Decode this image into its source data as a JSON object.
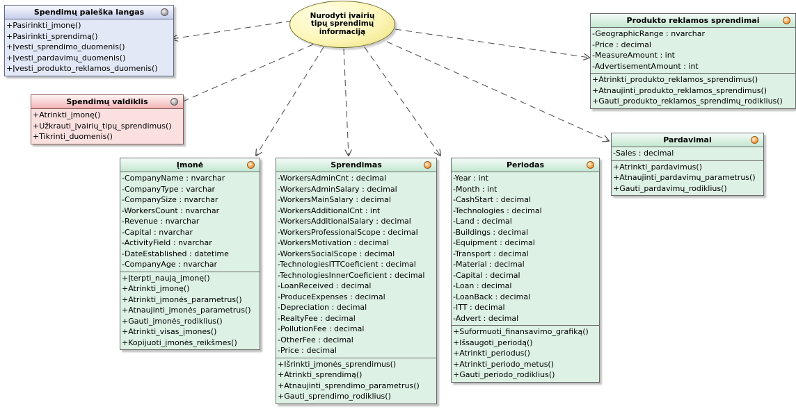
{
  "usecase": {
    "text": "Nurodyti įvairių tipų sprendimų informaciją"
  },
  "classes": {
    "paieska": {
      "title": "Spendimų paieška langas",
      "attributes": [],
      "operations": [
        "+Pasirinkti_įmonę()",
        "+Pasirinkti_sprendimą()",
        "+Įvesti_sprendimo_duomenis()",
        "+Įvesti_pardavimų_duomenis()",
        "+Įvesti_produkto_reklamos_duomenis()"
      ]
    },
    "valdiklis": {
      "title": "Spendimų valdiklis",
      "attributes": [],
      "operations": [
        "+Atrinkti_įmonę()",
        "+Užkrauti_įvairių_tipų_sprendimus()",
        "+Tikrinti_duomenis()"
      ]
    },
    "imone": {
      "title": "Įmonė",
      "attributes": [
        "-CompanyName : nvarchar",
        "-CompanyType : varchar",
        "-CompanySize : nvarchar",
        "-WorkersCount : nvarchar",
        "-Revenue : nvarchar",
        "-Capital : nvarchar",
        "-ActivityField : nvarchar",
        "-DateEstablished : datetime",
        "-CompanyAge : nvarchar"
      ],
      "operations": [
        "+Įterpti_naują_įmonę()",
        "+Atrinkti_įmonę()",
        "+Atrinkti_įmonės_parametrus()",
        "+Atnaujinti_įmonės_parametrus()",
        "+Gauti_įmonės_rodiklius()",
        "+Atrinkti_visas_įmones()",
        "+Kopijuoti_įmonės_reikšmes()"
      ]
    },
    "sprendimas": {
      "title": "Sprendimas",
      "attributes": [
        "-WorkersAdminCnt : decimal",
        "-WorkersAdminSalary : decimal",
        "-WorkersMainSalary : decimal",
        "-WorkersAdditionalCnt : int",
        "-WorkersAdditionalSalary : decimal",
        "-WorkersProfessionalScope : decimal",
        "-WorkersMotivation : decimal",
        "-WorkersSocialScope : decimal",
        "-TechnologiesITTCoeficient : decimal",
        "-TechnologiesInnerCoeficient : decimal",
        "-LoanReceived : decimal",
        "-ProduceExpenses : decimal",
        "-Depreciation : decimal",
        "-RealtyFee : decimal",
        "-PollutionFee : decimal",
        "-OtherFee : decimal",
        "-Price : decimal"
      ],
      "operations": [
        "+Išrinkti_įmonės_sprendimus()",
        "+Atrinkti_sprendimą()",
        "+Atnaujinti_sprendimo_parametrus()",
        "+Gauti_sprendimo_rodiklius()"
      ]
    },
    "periodas": {
      "title": "Periodas",
      "attributes": [
        "-Year : int",
        "-Month : int",
        "-CashStart : decimal",
        "-Technologies : decimal",
        "-Land : decimal",
        "-Buildings : decimal",
        "-Equipment : decimal",
        "-Transport : decimal",
        "-Material : decimal",
        "-Capital : decimal",
        "-Loan : decimal",
        "-LoanBack : decimal",
        "-ITT : decimal",
        "-Advert : decimal"
      ],
      "operations": [
        "+Suformuoti_finansavimo_grafiką()",
        "+Išsaugoti_periodą()",
        "+Atrinkti_periodus()",
        "+Atrinkti_periodo_metus()",
        "+Gauti_periodo_rodiklius()"
      ]
    },
    "reklama": {
      "title": "Produkto reklamos sprendimai",
      "attributes": [
        "-GeographicRange : nvarchar",
        "-Price : decimal",
        "-MeasureAmount : int",
        "-AdvertisementAmount : int"
      ],
      "operations": [
        "+Atrinkti_produkto_reklamos_sprendimus()",
        "+Atnaujinti_produkto_reklamos_sprendimus()",
        "+Gauti_produkto_reklamos_sprendimų_rodiklius()"
      ]
    },
    "pardavimai": {
      "title": "Pardavimai",
      "attributes": [
        "-Sales : decimal"
      ],
      "operations": [
        "+Atrinkti_pardavimus()",
        "+Atnaujinti_pardavimų_parametrus()",
        "+Gauti_pardavimų_rodiklius()"
      ]
    }
  },
  "colors": {
    "entity_fill": "#ddf1e4",
    "boundary_fill": "#e3e8f6",
    "control_fill": "#fbe0e0",
    "usecase_fill": "#fdf6b8",
    "link": "#555555"
  }
}
